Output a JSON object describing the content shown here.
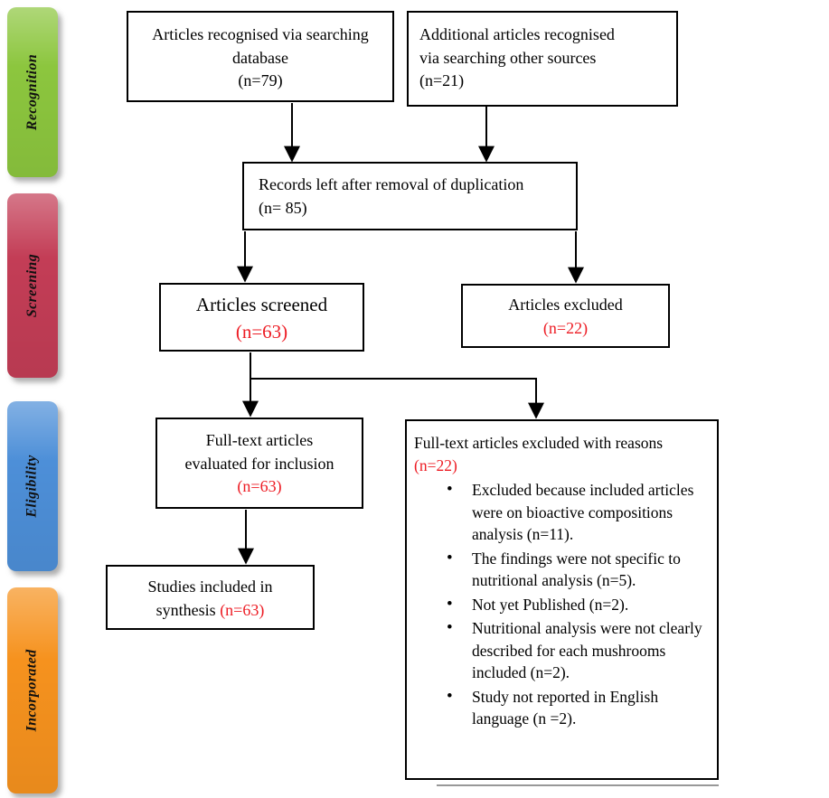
{
  "palette": {
    "count_red": "#ED1C24",
    "line_black": "#000000"
  },
  "sidebar": {
    "items": [
      {
        "label": "Recognition",
        "color": "#8CC63E"
      },
      {
        "label": "Screening",
        "color": "#C33D56"
      },
      {
        "label": "Eligibility",
        "color": "#4D8FD8"
      },
      {
        "label": "Incorporated",
        "color": "#F6921E"
      }
    ]
  },
  "boxes": {
    "database": {
      "line1": "Articles recognised via searching",
      "line2": "database",
      "count": "(n=79)"
    },
    "other_sources": {
      "line1": "Additional articles recognised",
      "line2": "via searching other sources",
      "count": "(n=21)"
    },
    "deduplicated": {
      "line1": "Records left after removal of duplication",
      "count": "(n= 85)"
    },
    "screened": {
      "title": "Articles screened",
      "count": "(n=63)"
    },
    "excluded": {
      "title": "Articles excluded",
      "count": "(n=22)"
    },
    "fulltext_evaluated": {
      "line1": "Full-text articles",
      "line2": "evaluated for inclusion",
      "count": "(n=63)"
    },
    "fulltext_excluded": {
      "title": "Full-text articles excluded with reasons",
      "count": "(n=22)",
      "bullets": [
        "Excluded because included articles were on bioactive compositions analysis (n=11).",
        "The findings were not specific to nutritional analysis (n=5).",
        "Not yet Published (n=2).",
        "Nutritional analysis were not clearly described for each mushrooms included (n=2).",
        "Study not reported in English language (n =2)."
      ]
    },
    "included": {
      "line1": "Studies included in",
      "line2": "synthesis",
      "count": "(n=63)"
    }
  }
}
